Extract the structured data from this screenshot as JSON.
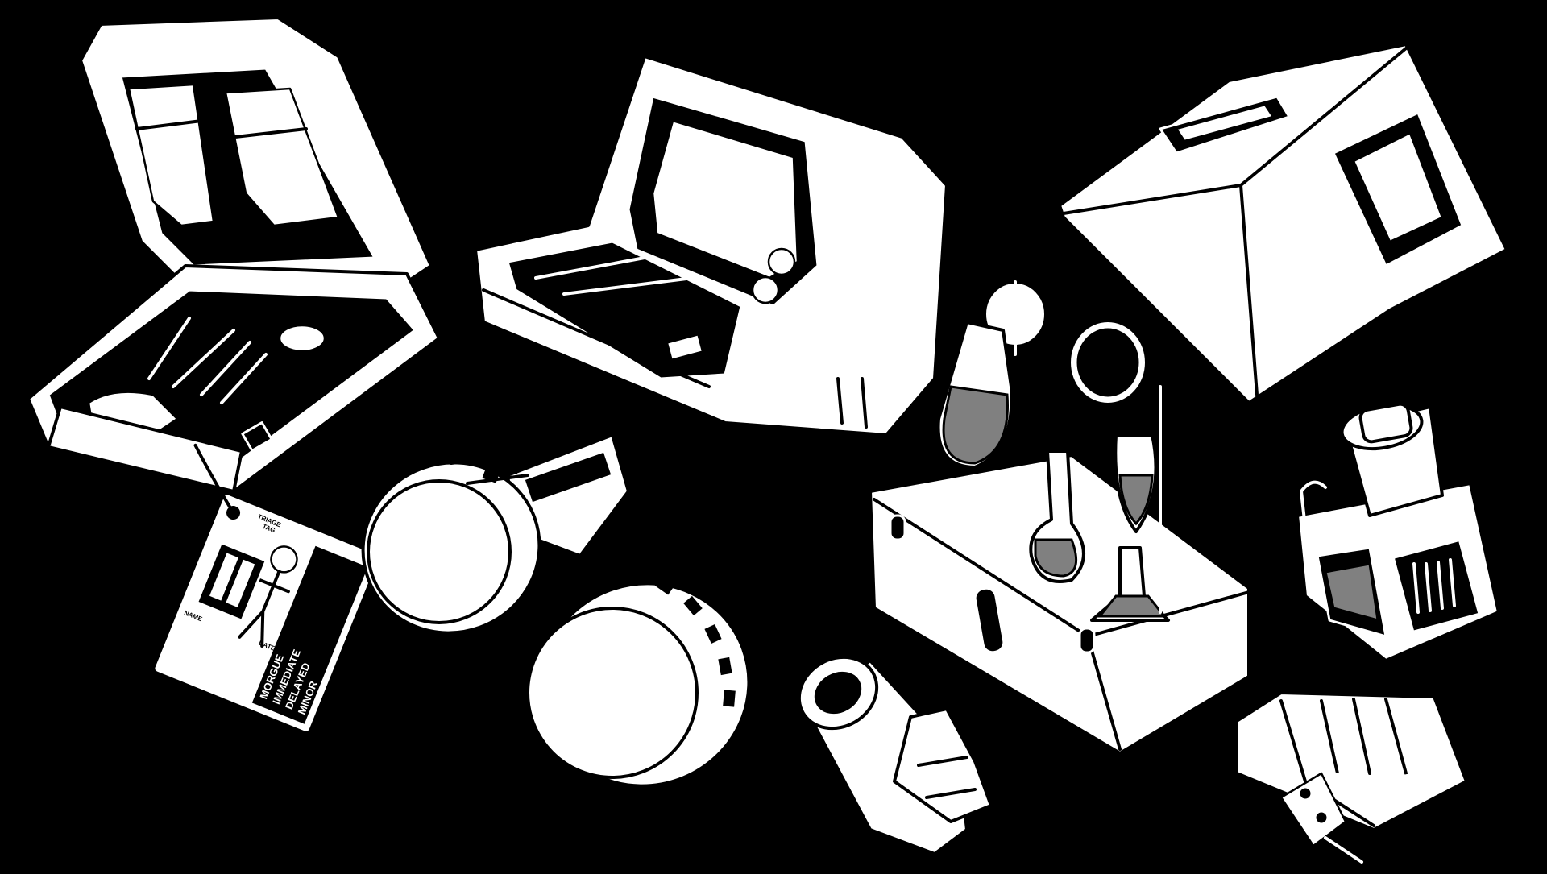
{
  "colors": {
    "background": "#000000",
    "ink": "#ffffff",
    "liquid": "#808080"
  },
  "icons": [
    "surgical-kit-icon",
    "terminal-computer-icon",
    "supply-crate-icon",
    "triage-tag-icon",
    "goggles-icon",
    "chemistry-station-icon",
    "microscope-lens-icon",
    "lantern-device-icon",
    "battery-pack-icon"
  ],
  "triage_tag": {
    "title_line1": "TRIAGE",
    "title_line2": "TAG",
    "small_left": "NAME",
    "small_right": "DATE",
    "options": [
      "MORGUE",
      "IMMEDIATE",
      "DELAYED",
      "MINOR"
    ]
  }
}
